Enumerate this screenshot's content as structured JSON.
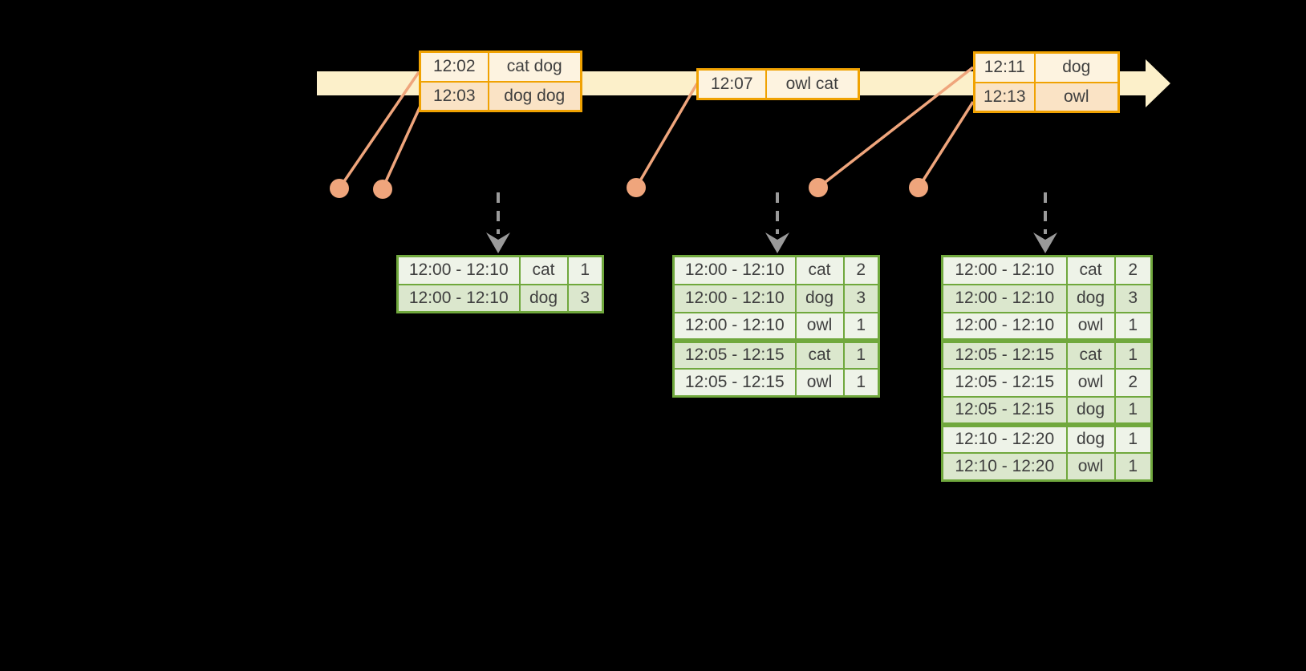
{
  "colors": {
    "band": "#fcf0ca",
    "gold": "#f0a202",
    "peach-dark": "#fae3c5",
    "peach-light": "#fdf3e0",
    "salmon": "#efa57c",
    "green": "#70a83d",
    "green-dark": "#dbe7cd",
    "green-light": "#eef3e8",
    "gray": "#9a9a9a",
    "ink": "#3f3f3f"
  },
  "timeline": {
    "event_tables": [
      {
        "rows": [
          [
            "12:02",
            "cat dog"
          ],
          [
            "12:03",
            "dog dog"
          ]
        ]
      },
      {
        "rows": [
          [
            "12:07",
            "owl cat"
          ]
        ]
      },
      {
        "rows": [
          [
            "12:11",
            "dog"
          ],
          [
            "12:13",
            "owl"
          ]
        ]
      }
    ]
  },
  "result_tables": [
    {
      "rows": [
        [
          "12:00 - 12:10",
          "cat",
          "1"
        ],
        [
          "12:00 - 12:10",
          "dog",
          "3"
        ]
      ],
      "thick_after": []
    },
    {
      "rows": [
        [
          "12:00 - 12:10",
          "cat",
          "2"
        ],
        [
          "12:00 - 12:10",
          "dog",
          "3"
        ],
        [
          "12:00 - 12:10",
          "owl",
          "1"
        ],
        [
          "12:05 - 12:15",
          "cat",
          "1"
        ],
        [
          "12:05 - 12:15",
          "owl",
          "1"
        ]
      ],
      "thick_after": [
        3
      ]
    },
    {
      "rows": [
        [
          "12:00 - 12:10",
          "cat",
          "2"
        ],
        [
          "12:00 - 12:10",
          "dog",
          "3"
        ],
        [
          "12:00 - 12:10",
          "owl",
          "1"
        ],
        [
          "12:05 - 12:15",
          "cat",
          "1"
        ],
        [
          "12:05 - 12:15",
          "owl",
          "2"
        ],
        [
          "12:05 - 12:15",
          "dog",
          "1"
        ],
        [
          "12:10 - 12:20",
          "dog",
          "1"
        ],
        [
          "12:10 - 12:20",
          "owl",
          "1"
        ]
      ],
      "thick_after": [
        3,
        6
      ]
    }
  ]
}
